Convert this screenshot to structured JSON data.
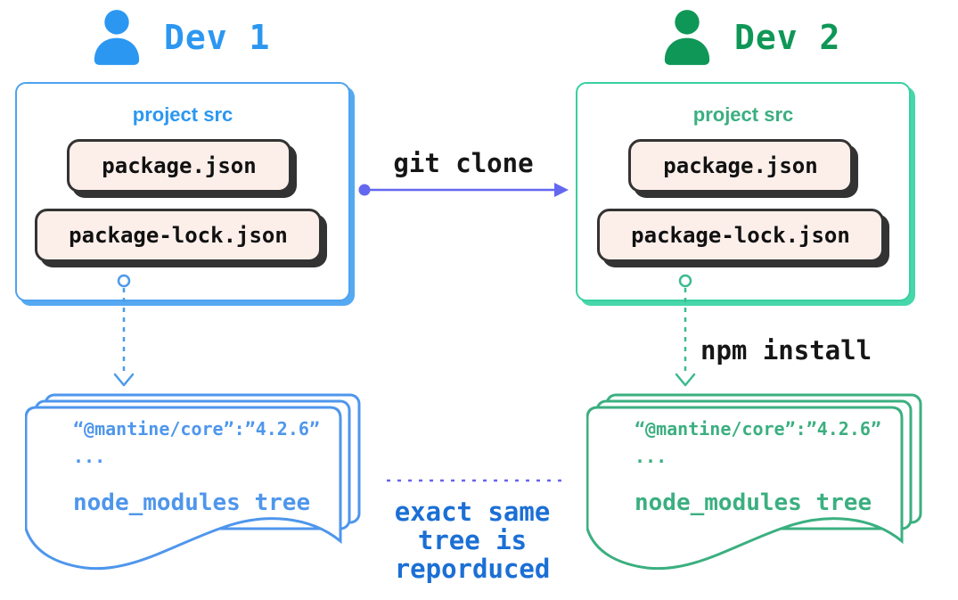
{
  "palette": {
    "blue": "#2B97F1",
    "blue-border": "#4EA2EE",
    "blue-shadow": "#55A9F2",
    "blue-connector": "#4D9AE8",
    "blue-doc": "#4E96EC",
    "note-blue": "#1B6FD5",
    "green-dark": "#0F9757",
    "green-mid": "#3BAF80",
    "green-border": "#38D0A0",
    "green-shadow": "#47D7AA",
    "green-connector": "#3CBA8D",
    "indigo": "#6467F0",
    "pill-bg": "#FCEFEA",
    "pill-border": "#333333",
    "text-dark": "#161616"
  },
  "dev1": {
    "label": "Dev 1",
    "box_title": "project src",
    "files": [
      "package.json",
      "package-lock.json"
    ]
  },
  "dev2": {
    "label": "Dev 2",
    "box_title": "project src",
    "files": [
      "package.json",
      "package-lock.json"
    ]
  },
  "arrows": {
    "git_clone": "git clone",
    "npm_install": "npm install"
  },
  "doc1": {
    "line1": "“@mantine/core”:”4.2.6”",
    "line2": "...",
    "line3": "node_modules tree"
  },
  "doc2": {
    "line1": "“@mantine/core”:”4.2.6”",
    "line2": "...",
    "line3": "node_modules tree"
  },
  "note": {
    "line1": "exact same",
    "line2": "tree is",
    "line3": "reporduced"
  }
}
